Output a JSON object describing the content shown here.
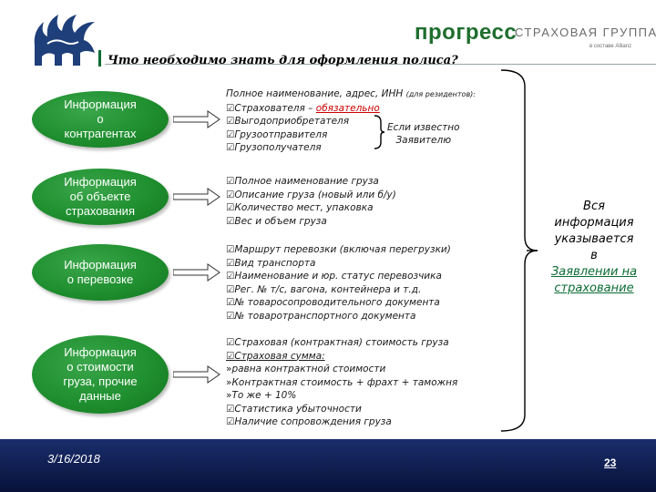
{
  "brand": {
    "name": "прогресс",
    "subtitle": "СТРАХОВАЯ ГРУППА",
    "tagline": "в составе Allianz"
  },
  "title": "Что необходимо знать для оформления полиса?",
  "categories": [
    {
      "label": "Информация\nо\nконтрагентах"
    },
    {
      "label": "Информация\nоб объекте\nстрахования"
    },
    {
      "label": "Информация\nо перевозке"
    },
    {
      "label": "Информация\nо стоимости\nгруза, прочие\nданные"
    }
  ],
  "blocks": {
    "counterparty": {
      "intro": "Полное наименование, адрес, ИНН",
      "intro_note": "(для резидентов):",
      "items": [
        {
          "text": "Страхователя – ",
          "extra": "обязательно"
        },
        {
          "text": "Выгодоприобретателя"
        },
        {
          "text": "Грузоотправителя"
        },
        {
          "text": "Грузополучателя"
        }
      ],
      "brace_note_1": "Если известно",
      "brace_note_2": "Заявителю"
    },
    "object": {
      "items": [
        "Полное наименование груза",
        "Описание груза (новый или б/у)",
        "Количество мест, упаковка",
        "Вес и объем груза"
      ]
    },
    "transport": {
      "items": [
        "Маршрут перевозки (включая перегрузки)",
        "Вид транспорта",
        "Наименование и юр. статус перевозчика",
        "Рег. № т/с, вагона, контейнера и т.д.",
        "№ товаросопроводительного документа",
        "№ товаротранспортного документа"
      ]
    },
    "value": {
      "items": [
        {
          "type": "check",
          "text": "Страховая (контрактная) стоимость груза"
        },
        {
          "type": "check",
          "text": "Страховая сумма:",
          "underline": true
        },
        {
          "type": "sub",
          "text": "равна контрактной стоимости"
        },
        {
          "type": "sub",
          "text": "Контрактная стоимость + фрахт + таможня"
        },
        {
          "type": "sub",
          "text": "То же + 10%"
        },
        {
          "type": "check",
          "text": "Статистика убыточности"
        },
        {
          "type": "check",
          "text": "Наличие сопровождения груза"
        }
      ]
    }
  },
  "summary": {
    "line1": "Вся",
    "line2": "информация",
    "line3": "указывается",
    "line4": "в",
    "link1": "Заявлении на",
    "link2": "страхование"
  },
  "footer": {
    "date": "3/16/2018",
    "page": "23"
  },
  "colors": {
    "green": "#1f8f2f",
    "footer": "#0d1b4f",
    "accent_red": "#cc0000"
  }
}
